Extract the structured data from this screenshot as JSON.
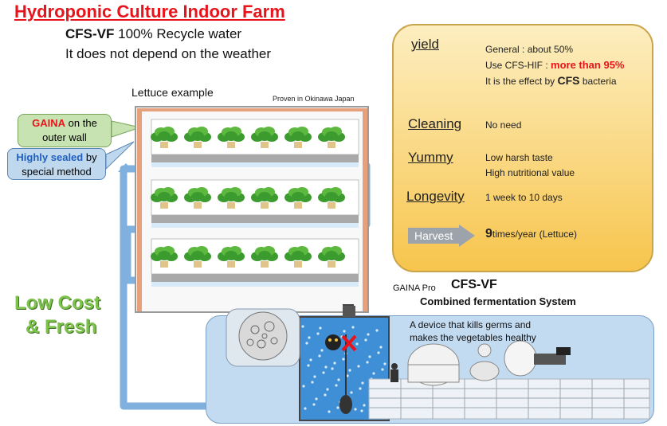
{
  "title": "Hydroponic Culture Indoor Farm",
  "subtitle": {
    "line1_bold": "CFS-VF",
    "line1_rest": " 100% Recycle water",
    "line2": "It does not depend on the weather"
  },
  "diagram": {
    "example_label": "Lettuce example",
    "proven": "Proven in Okinawa Japan",
    "gaina_callout": {
      "highlight": "GAINA",
      "rest1": " on the",
      "rest2": "outer wall"
    },
    "sealed_callout": {
      "highlight": "Highly sealed",
      "rest1": " by",
      "rest2": "special method"
    },
    "slogan_line1": "Low Cost",
    "slogan_line2": "& Fresh"
  },
  "benefits": {
    "yield": {
      "label": "yield",
      "line1": "General : about 50%",
      "line2_prefix": "Use CFS-HIF : ",
      "line2_highlight": "more than 95%",
      "line3_prefix": "It is the effect by ",
      "line3_bold": "CFS",
      "line3_suffix": " bacteria"
    },
    "cleaning": {
      "label": "Cleaning",
      "value": "No need"
    },
    "yummy": {
      "label": "Yummy",
      "line1": "Low harsh taste",
      "line2": "High nutritional value"
    },
    "longevity": {
      "label": "Longevity",
      "value": "1 week to 10 days"
    },
    "harvest": {
      "label": "Harvest",
      "number": "9",
      "rest": "times/year (Lettuce)"
    }
  },
  "system": {
    "brand": "GAINA Pro",
    "name": "CFS-VF",
    "subtitle": "Combined fermentation System",
    "device_line1": "A device that kills germs and",
    "device_line2": "makes the vegetables healthy"
  },
  "colors": {
    "title_red": "#e8141b",
    "panel_orange": "#f7c54d",
    "device_blue": "#c3dbf0",
    "slogan_green": "#7cc24d"
  }
}
